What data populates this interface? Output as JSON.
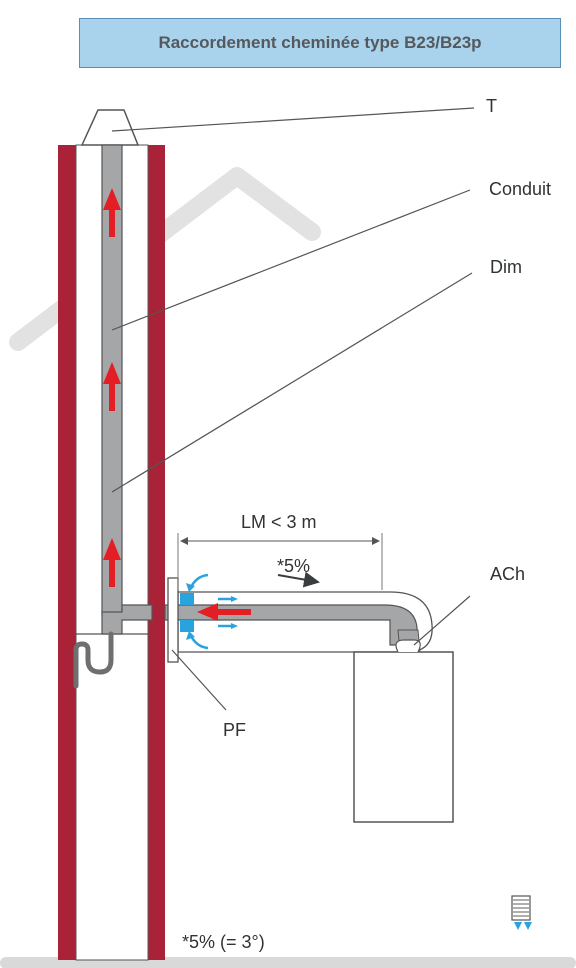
{
  "title": "Raccordement cheminée type B23/B23p",
  "labels": {
    "terminal": "T",
    "conduit": "Conduit",
    "dim": "Dim",
    "length": "LM < 3 m",
    "slope": "*5%",
    "appliance": "ACh",
    "plate": "PF",
    "slope_note": "*5% (= 3°)"
  },
  "colors": {
    "chimney_wall": "#a92237",
    "pipe": "#a5a6a8",
    "flow_arrow": "#e31e24",
    "air_arrow": "#29a3dd",
    "label_text": "#2f3335",
    "title_bg": "#a9d3ec",
    "roof": "#dedede"
  },
  "icons": {
    "flow": "red-up-arrow",
    "intake": "blue-air-arrow",
    "legend": "vent-grille-icon"
  }
}
